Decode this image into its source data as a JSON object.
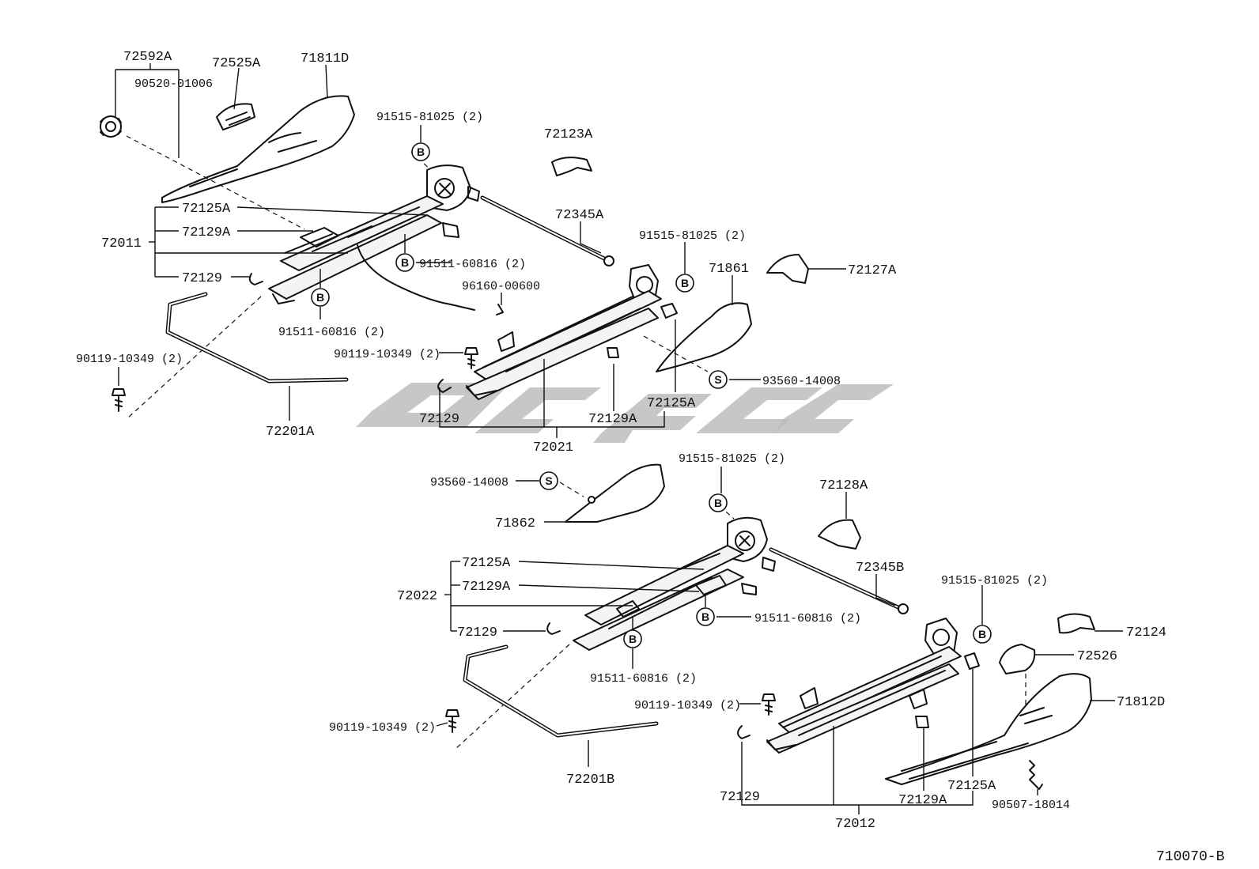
{
  "labels": {
    "p72592A": "72592A",
    "p72525A": "72525A",
    "p71811D": "71811D",
    "p9052001006": "90520-01006",
    "p9151581025_a": "91515-81025 (2)",
    "p72123A": "72123A",
    "p72125A_a": "72125A",
    "p72129A_a": "72129A",
    "p72011": "72011",
    "p72129_a": "72129",
    "p72345A": "72345A",
    "p9151160816_a": "91511-60816 (2)",
    "p9616000600": "96160-00600",
    "p9151160816_b": "91511-60816 (2)",
    "p9151581025_b": "91515-81025 (2)",
    "p71861": "71861",
    "p72127A": "72127A",
    "p9011910349_a": "90119-10349 (2)",
    "p9011910349_b": "90119-10349 (2)",
    "p9356014008_a": "93560-14008",
    "p72125A_b": "72125A",
    "p72129_b": "72129",
    "p72129A_b": "72129A",
    "p72201A": "72201A",
    "p72021": "72021",
    "p9151581025_c": "91515-81025 (2)",
    "p9356014008_b": "93560-14008",
    "p72128A": "72128A",
    "p71862": "71862",
    "p72125A_c": "72125A",
    "p72022": "72022",
    "p72129A_c": "72129A",
    "p72345B": "72345B",
    "p9151581025_d": "91515-81025 (2)",
    "p9151160816_c": "91511-60816 (2)",
    "p72129_c": "72129",
    "p72124": "72124",
    "p72526": "72526",
    "p9151160816_d": "91511-60816 (2)",
    "p9011910349_c": "90119-10349 (2)",
    "p71812D": "71812D",
    "p9011910349_d": "90119-10349 (2)",
    "p72201B": "72201B",
    "p72129_d": "72129",
    "p72129A_d": "72129A",
    "p72125A_d": "72125A",
    "p9050718014": "90507-18014",
    "p72012": "72012"
  },
  "markers": {
    "bolt": "B",
    "screw": "S"
  },
  "drawing_ref": "710070-B"
}
